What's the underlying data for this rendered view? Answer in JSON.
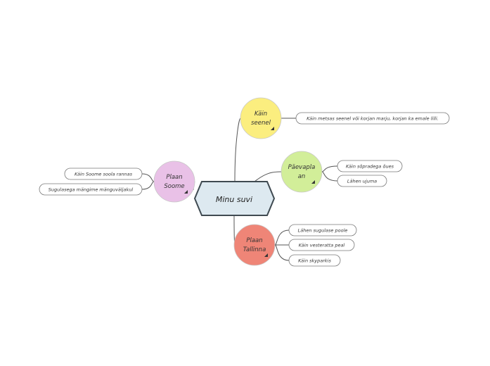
{
  "central": {
    "label": "Minu suvi",
    "color": "#dde9f0",
    "stroke": "#3f4a51"
  },
  "branches": [
    {
      "id": "kain-seenel",
      "lines": [
        "Käin",
        "seenel"
      ],
      "color": "#fbee7f",
      "leaves": [
        "Käin metsas seenel või korjan marju, korjan ka emale lilli."
      ]
    },
    {
      "id": "paevaplaan",
      "lines": [
        "Päevapla",
        "an"
      ],
      "color": "#d2ee99",
      "leaves": [
        "Käin sõpradega õues",
        "Lähen ujuma"
      ]
    },
    {
      "id": "plaan-soome",
      "lines": [
        "Plaan",
        "Soome"
      ],
      "color": "#e9c1e7",
      "leaves": [
        "Käin Soome soola rannas",
        "Sugulasega mängime mänguväljakul"
      ]
    },
    {
      "id": "plaan-tallinna",
      "lines": [
        "Plaan",
        "Tallinna"
      ],
      "color": "#ef8577",
      "leaves": [
        "Lähen sugulase poole",
        "Käin vesteratta peal",
        "Käin skyparkis"
      ]
    }
  ]
}
